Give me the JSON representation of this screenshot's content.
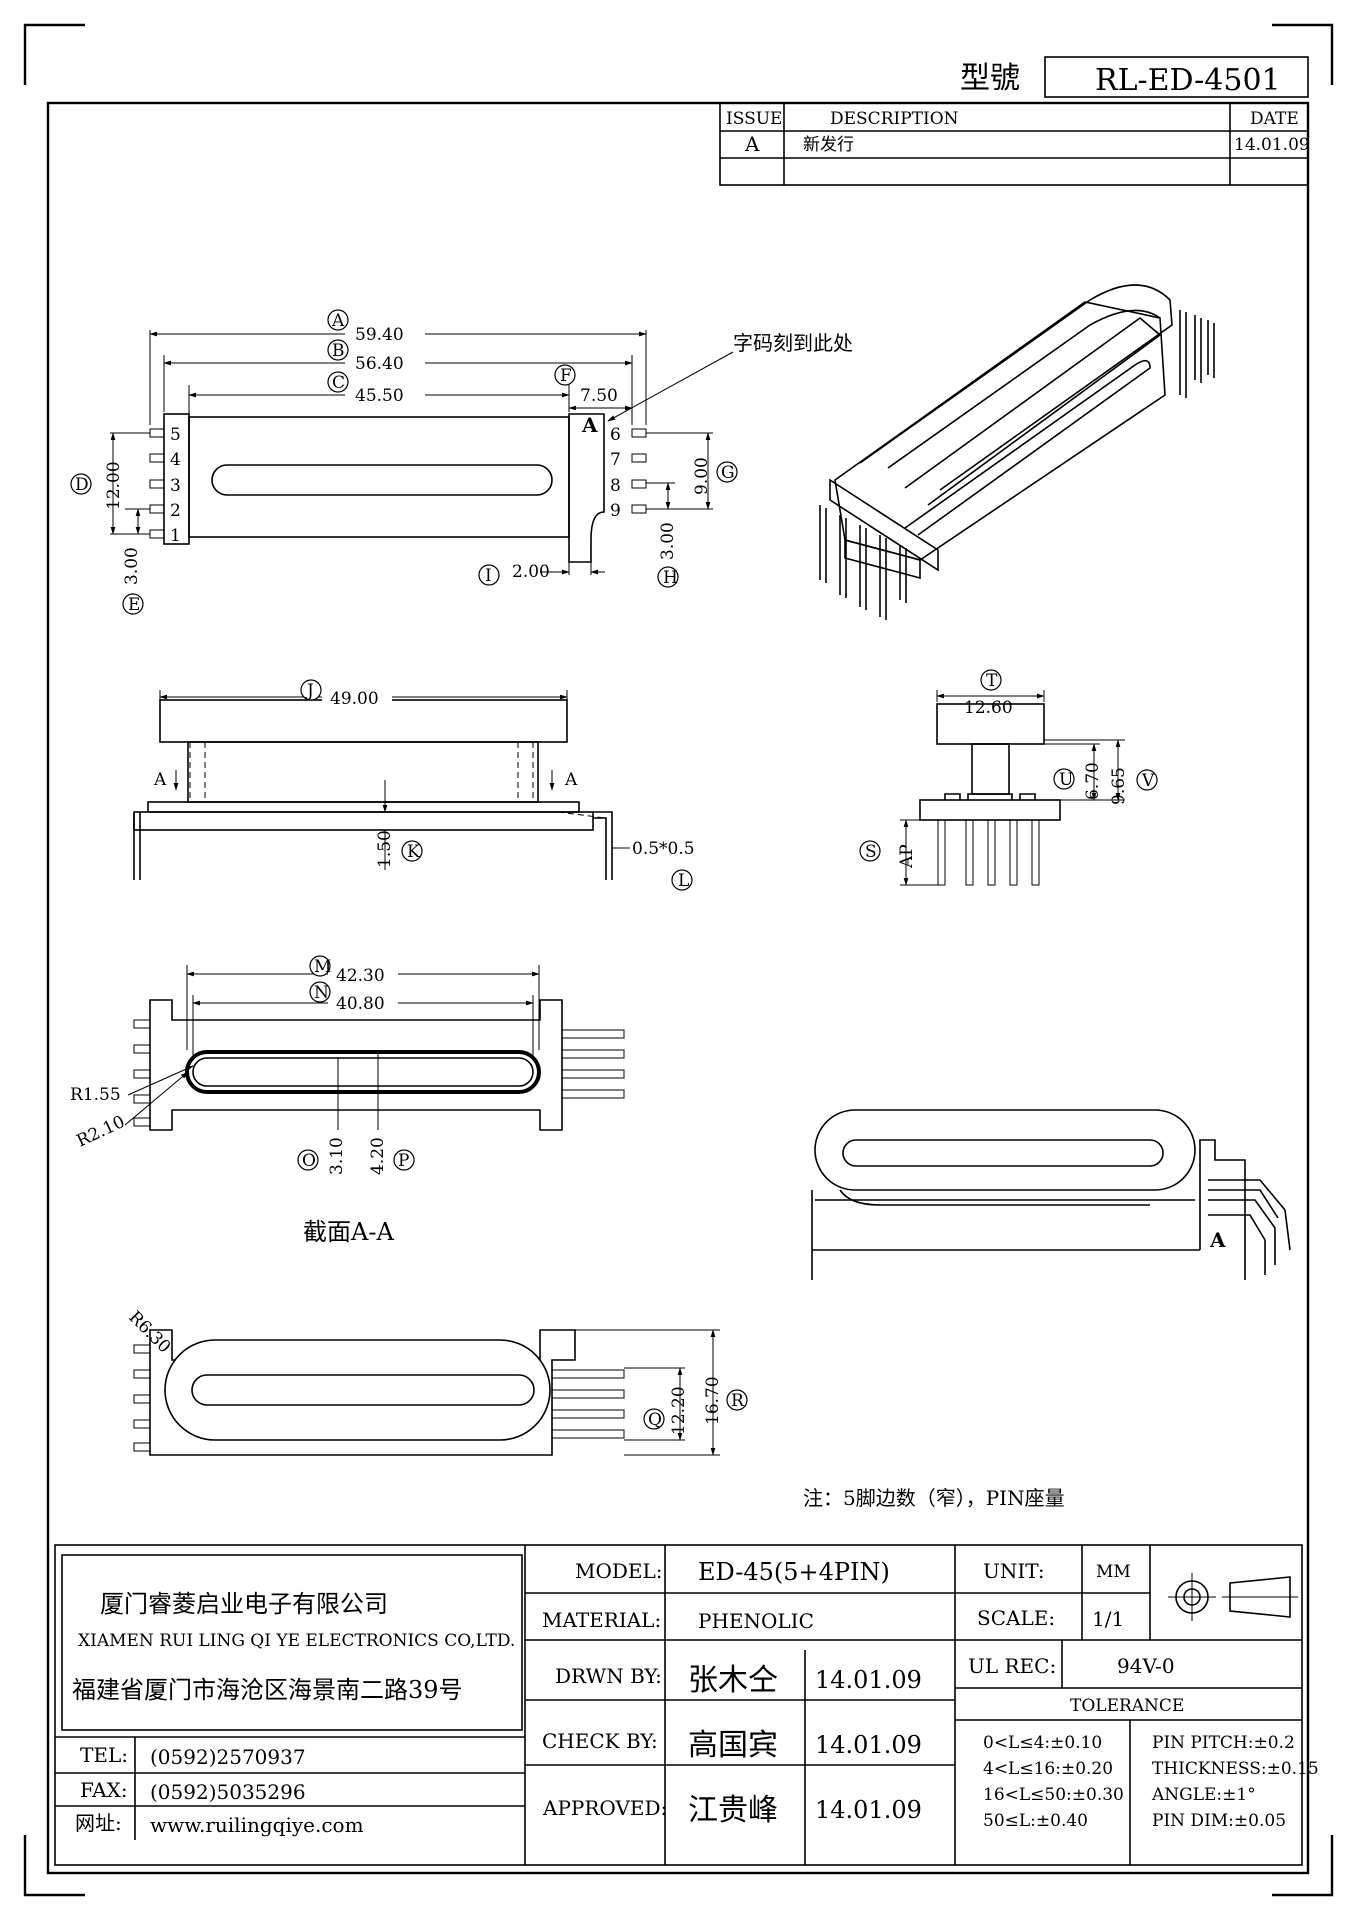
{
  "header": {
    "model_label": "型號",
    "model_value": "RL-ED-4501"
  },
  "revision": {
    "headers": [
      "ISSUE",
      "DESCRIPTION",
      "DATE"
    ],
    "rows": [
      [
        "A",
        "新发行",
        "14.01.09"
      ]
    ]
  },
  "top_view": {
    "callouts": {
      "A": "A",
      "B": "B",
      "C": "C",
      "D": "D",
      "E": "E",
      "F": "F",
      "G": "G",
      "H": "H",
      "I": "I"
    },
    "dims": {
      "A": "59.40",
      "B": "56.40",
      "C": "45.50",
      "D": "12.00",
      "E": "3.00",
      "F": "7.50",
      "G": "9.00",
      "H": "3.00",
      "I": "2.00"
    },
    "pins_left": [
      "5",
      "4",
      "3",
      "2",
      "1"
    ],
    "pins_right": [
      "6",
      "7",
      "8",
      "9"
    ],
    "marking_note": "字码刻到此处",
    "marking_letter": "A"
  },
  "side_view": {
    "callouts": {
      "J": "J",
      "K": "K",
      "L": "L"
    },
    "dims": {
      "J": "49.00",
      "K": "1.50",
      "L": "0.5*0.5"
    },
    "section_mark": "A"
  },
  "end_view": {
    "callouts": {
      "T": "T",
      "U": "U",
      "V": "V",
      "S": "S"
    },
    "dims": {
      "T": "12.60",
      "U": "6.70",
      "V": "9.65",
      "S": "AP"
    }
  },
  "section_view": {
    "callouts": {
      "M": "M",
      "N": "N",
      "O": "O",
      "P": "P"
    },
    "dims": {
      "M": "42.30",
      "N": "40.80",
      "O": "3.10",
      "P": "4.20",
      "R1": "R1.55",
      "R2": "R2.10"
    },
    "title": "截面A-A"
  },
  "bottom_view": {
    "callouts": {
      "Q": "Q",
      "R": "R"
    },
    "dims": {
      "Q": "12.20",
      "R": "16.70",
      "corner": "R6.30"
    }
  },
  "note": "注：5脚边数（窄），PIN座量",
  "iso_marking": "A",
  "title_block": {
    "company_cn": "厦门睿菱启业电子有限公司",
    "company_en": "XIAMEN RUI LING QI YE ELECTRONICS CO,LTD.",
    "address": "福建省厦门市海沧区海景南二路39号",
    "tel_label": "TEL:",
    "tel": "(0592)2570937",
    "fax_label": "FAX:",
    "fax": "(0592)5035296",
    "web_label": "网址:",
    "web": "www.ruilingqiye.com",
    "model_label": "MODEL:",
    "model": "ED-45(5+4PIN)",
    "material_label": "MATERIAL:",
    "material": "PHENOLIC",
    "drawn_label": "DRWN BY:",
    "drawn_by": "张木仝",
    "drawn_date": "14.01.09",
    "check_label": "CHECK BY:",
    "check_by": "高国宾",
    "check_date": "14.01.09",
    "approved_label": "APPROVED:",
    "approved_by": "江贵峰",
    "approved_date": "14.01.09",
    "unit_label": "UNIT:",
    "unit": "MM",
    "scale_label": "SCALE:",
    "scale": "1/1",
    "ul_label": "UL REC:",
    "ul": "94V-0",
    "tolerance_label": "TOLERANCE",
    "tolerances_left": [
      "0<L≤4:±0.10",
      "4<L≤16:±0.20",
      "16<L≤50:±0.30",
      "50≤L:±0.40"
    ],
    "tolerances_right": [
      "PIN PITCH:±0.2",
      "THICKNESS:±0.15",
      "ANGLE:±1°",
      "PIN DIM:±0.05"
    ]
  }
}
